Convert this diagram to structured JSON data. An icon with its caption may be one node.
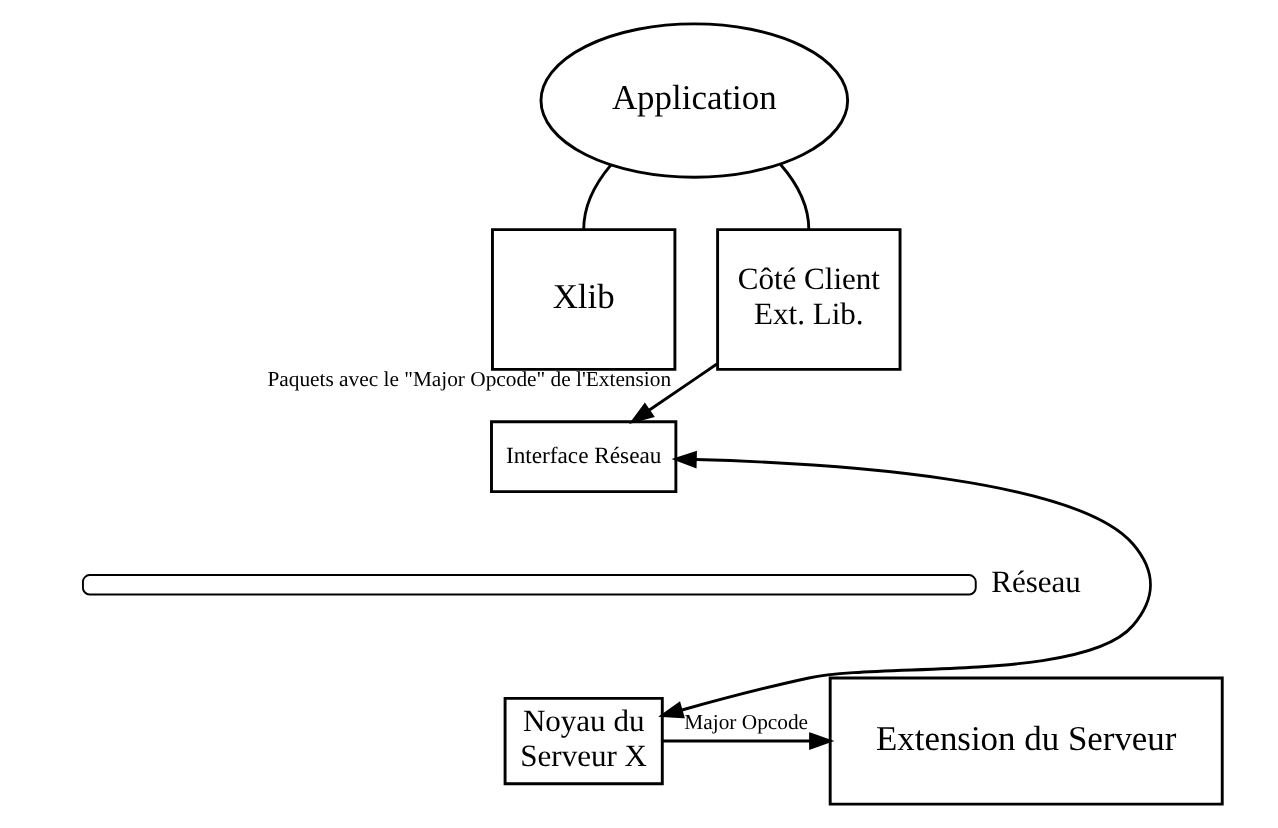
{
  "diagram": {
    "nodes": [
      {
        "text": [
          "Application"
        ]
      },
      {
        "text": [
          "Xlib"
        ]
      },
      {
        "text": [
          "Côté Client",
          "Ext. Lib."
        ]
      },
      {
        "text": [
          "Interface Réseau"
        ]
      },
      {
        "text": [
          "Réseau"
        ]
      },
      {
        "text": [
          "Noyau du",
          "Serveur X"
        ]
      },
      {
        "text": [
          "Extension du Serveur"
        ]
      }
    ],
    "edges": [
      {
        "from": 0,
        "to": 1,
        "arrow": "none"
      },
      {
        "from": 0,
        "to": 2,
        "arrow": "none"
      },
      {
        "from": 2,
        "to": 3,
        "arrow": "to",
        "label": "Paquets avec le \"Major Opcode\" de l'Extension"
      },
      {
        "from": 3,
        "to": 5,
        "arrow": "both"
      },
      {
        "from": 5,
        "to": 6,
        "arrow": "to",
        "label": "Major Opcode"
      }
    ]
  }
}
